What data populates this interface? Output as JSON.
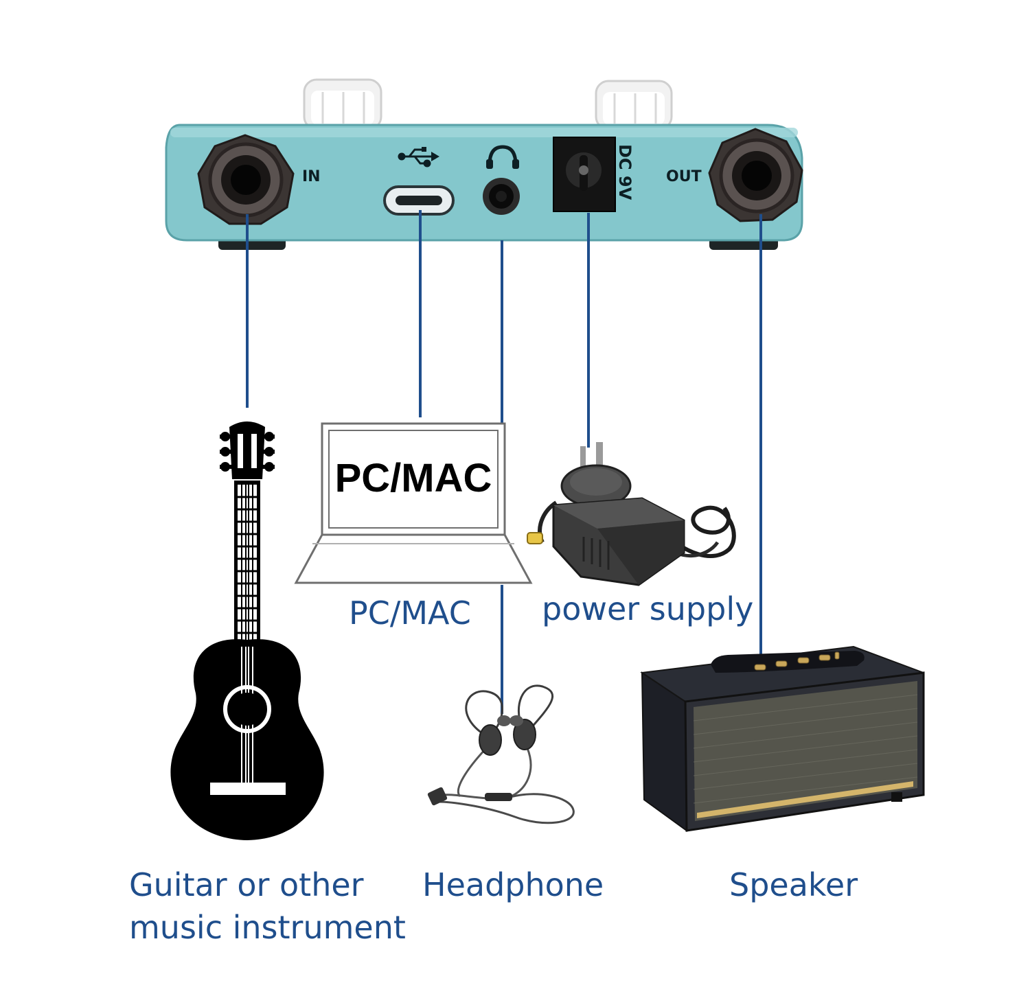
{
  "pedal": {
    "in_label": "IN",
    "out_label": "OUT",
    "dc_label": "DC 9V",
    "body_color": "#7fc3c9",
    "ports": [
      "usb-c-port",
      "headphone-jack",
      "dc-power-jack"
    ]
  },
  "devices": {
    "laptop_screen_text": "PC/MAC",
    "pc_label": "PC/MAC",
    "power_label": "power supply",
    "guitar_label_line1": "Guitar or other",
    "guitar_label_line2": "music instrument",
    "headphone_label": "Headphone",
    "speaker_label": "Speaker"
  },
  "colors": {
    "connector_line": "#1f4e8c",
    "label_text": "#1f4e8c"
  }
}
